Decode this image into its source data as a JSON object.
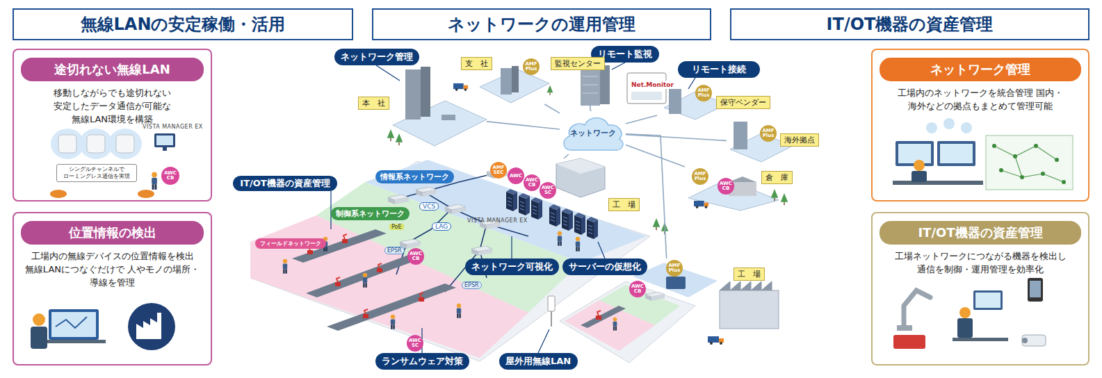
{
  "diagram": {
    "nodes": [
      {
        "text": [
          "無線LANの安定稼働・活用"
        ]
      },
      {
        "text": [
          "ネットワークの運用管理"
        ]
      },
      {
        "text": [
          "IT/OT機器の資産管理"
        ]
      },
      {
        "text": [
          "途切れない無線LAN",
          "移動しながらでも途切れない 安定したデータ通信が可能な 無線LAN環境を構築"
        ]
      },
      {
        "text": [
          "シングルチャンネルで ローミングレス通信を実現"
        ],
        "in": 3
      },
      {
        "text": [
          "AWC CB"
        ],
        "in": 3
      },
      {
        "text": [
          "位置情報の検出",
          "工場内の無線デバイスの位置情報を検出 無線LANにつなぐだけで 人やモノの場所・導線を管理"
        ]
      },
      {
        "text": [
          "ネットワーク管理",
          "工場内のネットワークを統合管理 国内・海外などの拠点もまとめて管理可能"
        ]
      },
      {
        "text": [
          "IT/OT機器の資産管理",
          "工場ネットワークにつながる機器を検出し 通信を制御・運用管理を効率化"
        ]
      },
      {
        "text": [
          "ネットワーク管理"
        ]
      },
      {
        "text": [
          "本　社"
        ]
      },
      {
        "text": [
          "支　社"
        ]
      },
      {
        "text": [
          "AMF Plus"
        ],
        "in": 11
      },
      {
        "text": [
          "リモート監視"
        ]
      },
      {
        "text": [
          "監視センター"
        ]
      },
      {
        "text": [
          "リモート接続"
        ]
      },
      {
        "text": [
          "保守ベンダー"
        ]
      },
      {
        "text": [
          "AMF Plus"
        ],
        "in": 16
      },
      {
        "text": [
          "海外拠点"
        ]
      },
      {
        "text": [
          "AMF Plus"
        ],
        "in": 18
      },
      {
        "text": [
          "ネットワーク"
        ]
      },
      {
        "text": [
          "倉　庫"
        ]
      },
      {
        "text": [
          "AMF Plus"
        ],
        "in": 21
      },
      {
        "text": [
          "AWC CB"
        ],
        "in": 21
      },
      {
        "text": [
          "工　場"
        ]
      },
      {
        "text": [
          "情報系ネットワーク"
        ],
        "in": 24
      },
      {
        "text": [
          "制御系ネットワーク"
        ],
        "in": 24
      },
      {
        "text": [
          "フィールドネットワーク"
        ],
        "in": 24
      },
      {
        "text": [
          "AMF SEC"
        ],
        "in": 25
      },
      {
        "text": [
          "AWC"
        ],
        "in": 25
      },
      {
        "text": [
          "AWC CB"
        ],
        "in": 25
      },
      {
        "text": [
          "AWC SC"
        ],
        "in": 25
      },
      {
        "text": [
          "AWC CB"
        ],
        "in": 27
      },
      {
        "text": [
          "AWC SC"
        ],
        "in": 27
      },
      {
        "text": [
          "IT/OT機器の資産管理"
        ]
      },
      {
        "text": [
          "ネットワーク可視化"
        ]
      },
      {
        "text": [
          "サーバーの仮想化"
        ]
      },
      {
        "text": [
          "ランサムウェア対策"
        ]
      },
      {
        "text": [
          "屋外用無線LAN"
        ]
      },
      {
        "text": [
          "工　場"
        ]
      },
      {
        "text": [
          "AMF Plus"
        ],
        "in": 39
      },
      {
        "text": [
          "AWC CB"
        ],
        "in": 39
      }
    ],
    "edges": [
      {
        "from": 20,
        "to": 10,
        "arrow": "none"
      },
      {
        "from": 20,
        "to": 11,
        "arrow": "none"
      },
      {
        "from": 20,
        "to": 14,
        "arrow": "none"
      },
      {
        "from": 20,
        "to": 16,
        "arrow": "none"
      },
      {
        "from": 20,
        "to": 18,
        "arrow": "none"
      },
      {
        "from": 20,
        "to": 21,
        "arrow": "none"
      },
      {
        "from": 20,
        "to": 24,
        "arrow": "none"
      },
      {
        "from": 20,
        "to": 39,
        "arrow": "none"
      }
    ],
    "labels": [
      "VISTA MANAGER EX",
      "VISTA MANAGER EX",
      "Net.Monitor",
      "VCS",
      "LAG",
      "PoE",
      "EPSR",
      "EPSR"
    ]
  }
}
